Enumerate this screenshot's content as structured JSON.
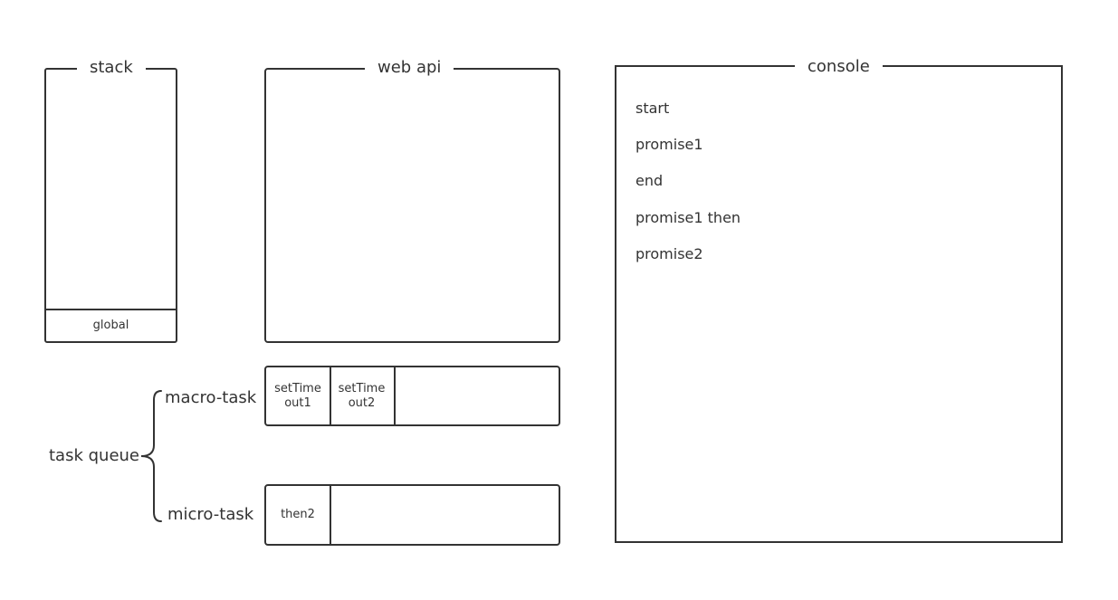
{
  "stack": {
    "title": "stack",
    "frames": [
      "global"
    ]
  },
  "web_api": {
    "title": "web api"
  },
  "console": {
    "title": "console",
    "lines": [
      "start",
      "promise1",
      "end",
      "promise1 then",
      "promise2"
    ]
  },
  "task_queue": {
    "label": "task queue",
    "macro": {
      "label": "macro-task",
      "items": [
        "setTime\nout1",
        "setTime\nout2"
      ]
    },
    "micro": {
      "label": "micro-task",
      "items": [
        "then2"
      ]
    }
  }
}
